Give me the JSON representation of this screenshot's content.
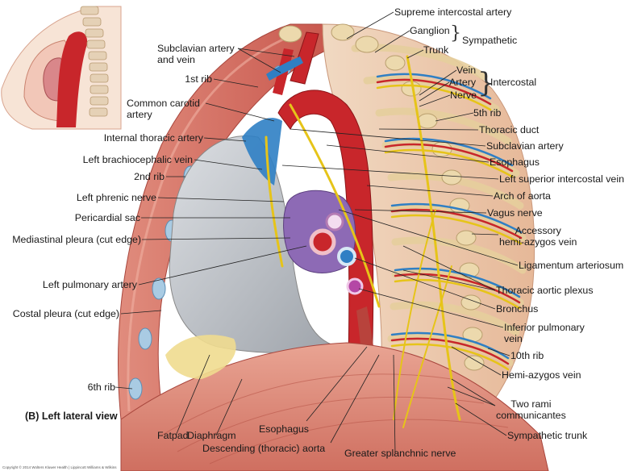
{
  "view_label": "(B) Left lateral view",
  "copyright": "Copyright © 2014 Wolters Kluwer Health | Lippincott Williams & Wilkins",
  "labels": {
    "supreme_intercostal_artery": "Supreme intercostal artery",
    "ganglion": "Ganglion",
    "trunk": "Trunk",
    "sympathetic": "Sympathetic",
    "vein": "Vein",
    "artery": "Artery",
    "nerve": "Nerve",
    "intercostal": "Intercostal",
    "fifth_rib": "5th rib",
    "thoracic_duct": "Thoracic duct",
    "subclavian_artery": "Subclavian artery",
    "esophagus_right": "Esophagus",
    "left_superior_intercostal_vein": "Left superior intercostal vein",
    "arch_of_aorta": "Arch of aorta",
    "vagus_nerve": "Vagus nerve",
    "accessory_hemi_azygos_vein": "Accessory\nhemi-azygos vein",
    "ligamentum_arteriosum": "Ligamentum arteriosum",
    "thoracic_aortic_plexus": "Thoracic aortic plexus",
    "bronchus": "Bronchus",
    "inferior_pulmonary_vein": "Inferior pulmonary\nvein",
    "tenth_rib": "10th rib",
    "hemi_azygos_vein": "Hemi-azygos vein",
    "two_rami_communicantes": "Two rami\ncommunicantes",
    "sympathetic_trunk": "Sympathetic trunk",
    "greater_splanchnic_nerve": "Greater splanchnic nerve",
    "descending_thoracic_aorta": "Descending (thoracic) aorta",
    "esophagus_bottom": "Esophagus",
    "diaphragm": "Diaphragm",
    "fatpad": "Fatpad",
    "sixth_rib": "6th rib",
    "costal_pleura": "Costal pleura (cut edge)",
    "left_pulmonary_artery": "Left pulmonary artery",
    "mediastinal_pleura": "Mediastinal pleura (cut edge)",
    "pericardial_sac": "Pericardial sac",
    "left_phrenic_nerve": "Left phrenic nerve",
    "second_rib": "2nd rib",
    "left_brachiocephalic_vein": "Left brachiocephalic vein",
    "internal_thoracic_artery": "Internal thoracic artery",
    "common_carotid_artery": "Common carotid\nartery",
    "first_rib": "1st rib",
    "subclavian_artery_and_vein": "Subclavian artery\nand vein"
  },
  "colors": {
    "artery": "#c8262b",
    "vein": "#2f7fc4",
    "nerve": "#e6c419",
    "lung": "#c9ccd1",
    "muscle": "#d9766a",
    "rib": "#ead7a6",
    "pleura_blue": "#a9cbe3"
  }
}
